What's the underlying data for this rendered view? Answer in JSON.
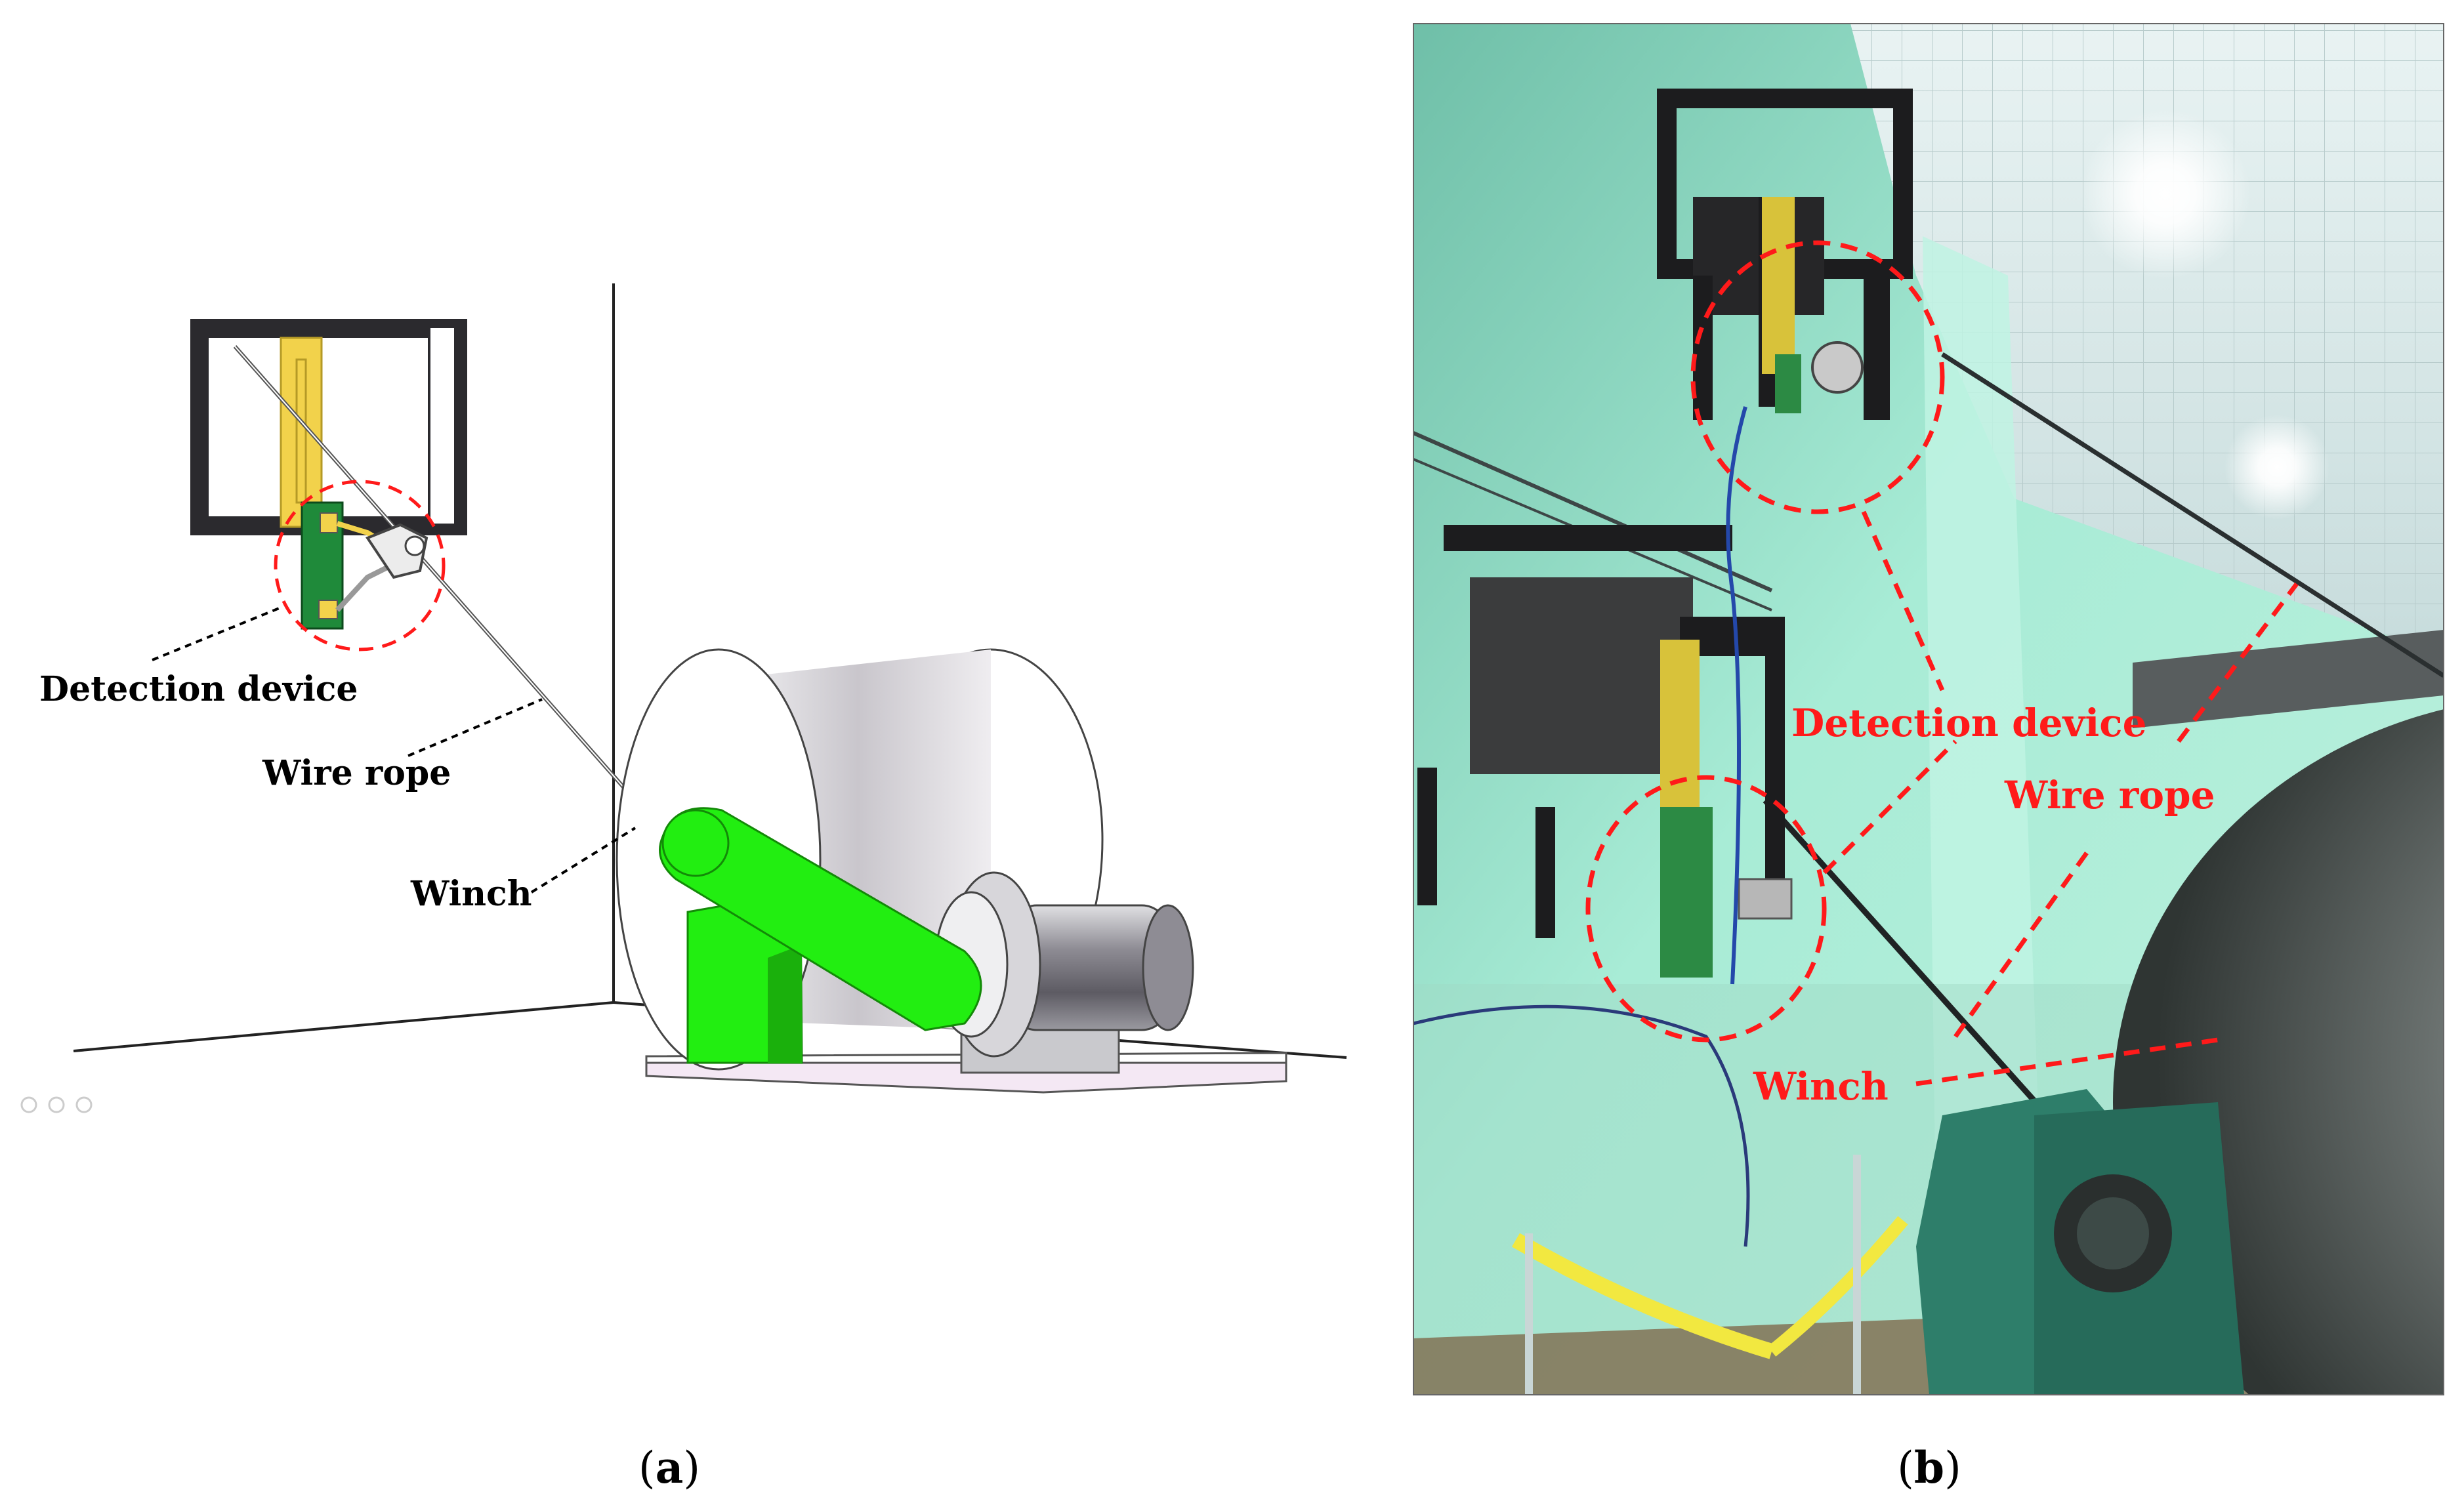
{
  "panel_a": {
    "caption_open": "(",
    "caption_letter": "a",
    "caption_close": ")",
    "labels": {
      "detection_device": "Detection device",
      "wire_rope": "Wire rope",
      "winch": "Winch"
    }
  },
  "panel_b": {
    "caption_open": "(",
    "caption_letter": "b",
    "caption_close": ")",
    "labels": {
      "detection_device": "Detection device",
      "wire_rope": "Wire rope",
      "winch": "Winch"
    }
  },
  "colors": {
    "winch_green": "#22ee11",
    "sensor_green": "#1f8a3a",
    "guide_yellow": "#f2d24b",
    "frame_dark": "#2b2a2e",
    "annotation_red": "#ff1a1a",
    "wall_mint": "#9fe6cf"
  }
}
